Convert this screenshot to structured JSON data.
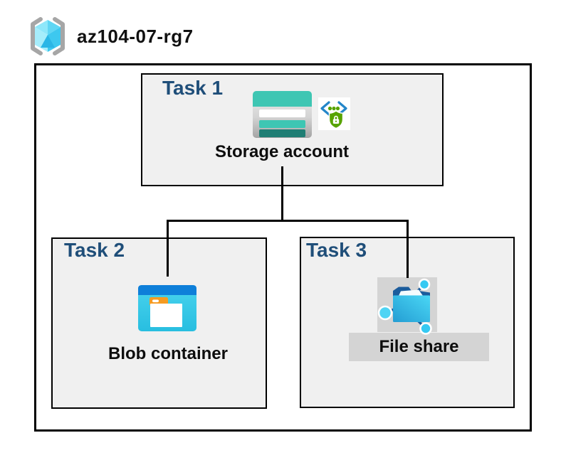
{
  "resource_group": {
    "name": "az104-07-rg7",
    "icon": "resource-group-icon"
  },
  "tasks": [
    {
      "label": "Task 1",
      "item_label": "Storage account",
      "icons": [
        "storage-account-icon",
        "api-security-lock-icon"
      ]
    },
    {
      "label": "Task 2",
      "item_label": "Blob container",
      "icons": [
        "blob-container-icon"
      ]
    },
    {
      "label": "Task 3",
      "item_label": "File share",
      "icons": [
        "file-share-icon"
      ]
    }
  ],
  "connections": [
    {
      "from": "Storage account",
      "to": "Blob container"
    },
    {
      "from": "Storage account",
      "to": "File share"
    }
  ],
  "colors": {
    "title_text": "#111111",
    "task_label": "#1F4E79",
    "box_background": "#F0F0F0",
    "border": "#000000",
    "highlight_gray": "#D4D4D4",
    "storage_teal": "#3EC6B3",
    "storage_dark_teal": "#1F7E74",
    "blob_header_blue": "#0E7FD9",
    "blob_body_cyan": "#30C7E8",
    "folder_tab_orange": "#F59B22",
    "security_green": "#57A300",
    "security_blue": "#2386C9",
    "file_share_navy": "#1B5C9C",
    "file_share_cyan": "#35C9F2",
    "rg_bracket_gray": "#A6A6A6"
  }
}
